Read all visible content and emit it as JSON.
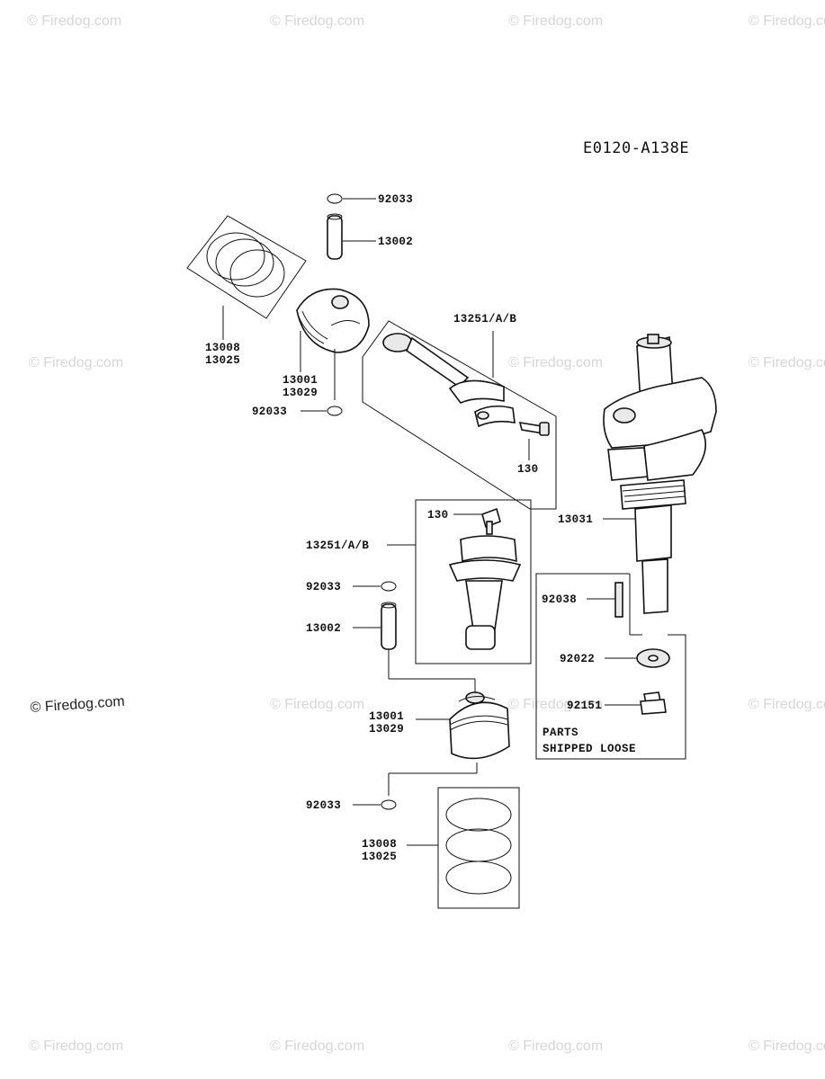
{
  "diagram_code": "E0120-A138E",
  "watermark": "© Firedog.com",
  "watermark_prominent": "© Firedog.com",
  "labels": {
    "clip_top": "92033",
    "pin_top": "13002",
    "rod_top": "13251/A/B",
    "rings_top_a": "13008",
    "rings_top_b": "13025",
    "piston_top_a": "13001",
    "piston_top_b": "13029",
    "clip_mid": "92033",
    "bolt_top": "130",
    "bolt_mid": "130",
    "rod_mid": "13251/A/B",
    "crank": "13031",
    "clip_low": "92033",
    "pin_low": "13002",
    "key": "92038",
    "washer": "92022",
    "piston_low_a": "13001",
    "piston_low_b": "13029",
    "bolt_crank": "92151",
    "clip_bottom": "92033",
    "rings_low_a": "13008",
    "rings_low_b": "13025"
  },
  "note": {
    "line1": "PARTS",
    "line2": "SHIPPED LOOSE"
  }
}
